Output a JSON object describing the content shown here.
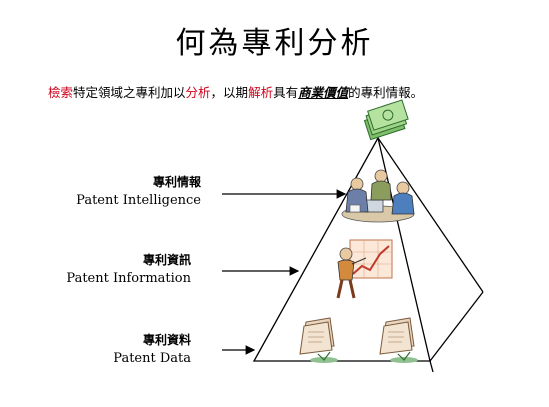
{
  "title": "何為專利分析",
  "subtitle": {
    "part1": "檢索",
    "part2": "特定領域之專利加以",
    "part3": "分析",
    "part4": "，以期",
    "part5": "解析",
    "part6": "具有",
    "part7": "商業價值",
    "part8": "的專利情報。"
  },
  "levels": [
    {
      "zh": "專利情報",
      "en": "Patent Intelligence"
    },
    {
      "zh": "專利資訊",
      "en": "Patent Information"
    },
    {
      "zh": "專利資料",
      "en": "Patent Data"
    }
  ],
  "colors": {
    "accent_red": "#d0021b",
    "money_green": "#3c8a3c"
  },
  "icons": [
    "money-icon",
    "meeting-people-icon",
    "presenter-chart-icon",
    "document-folder-icon"
  ]
}
